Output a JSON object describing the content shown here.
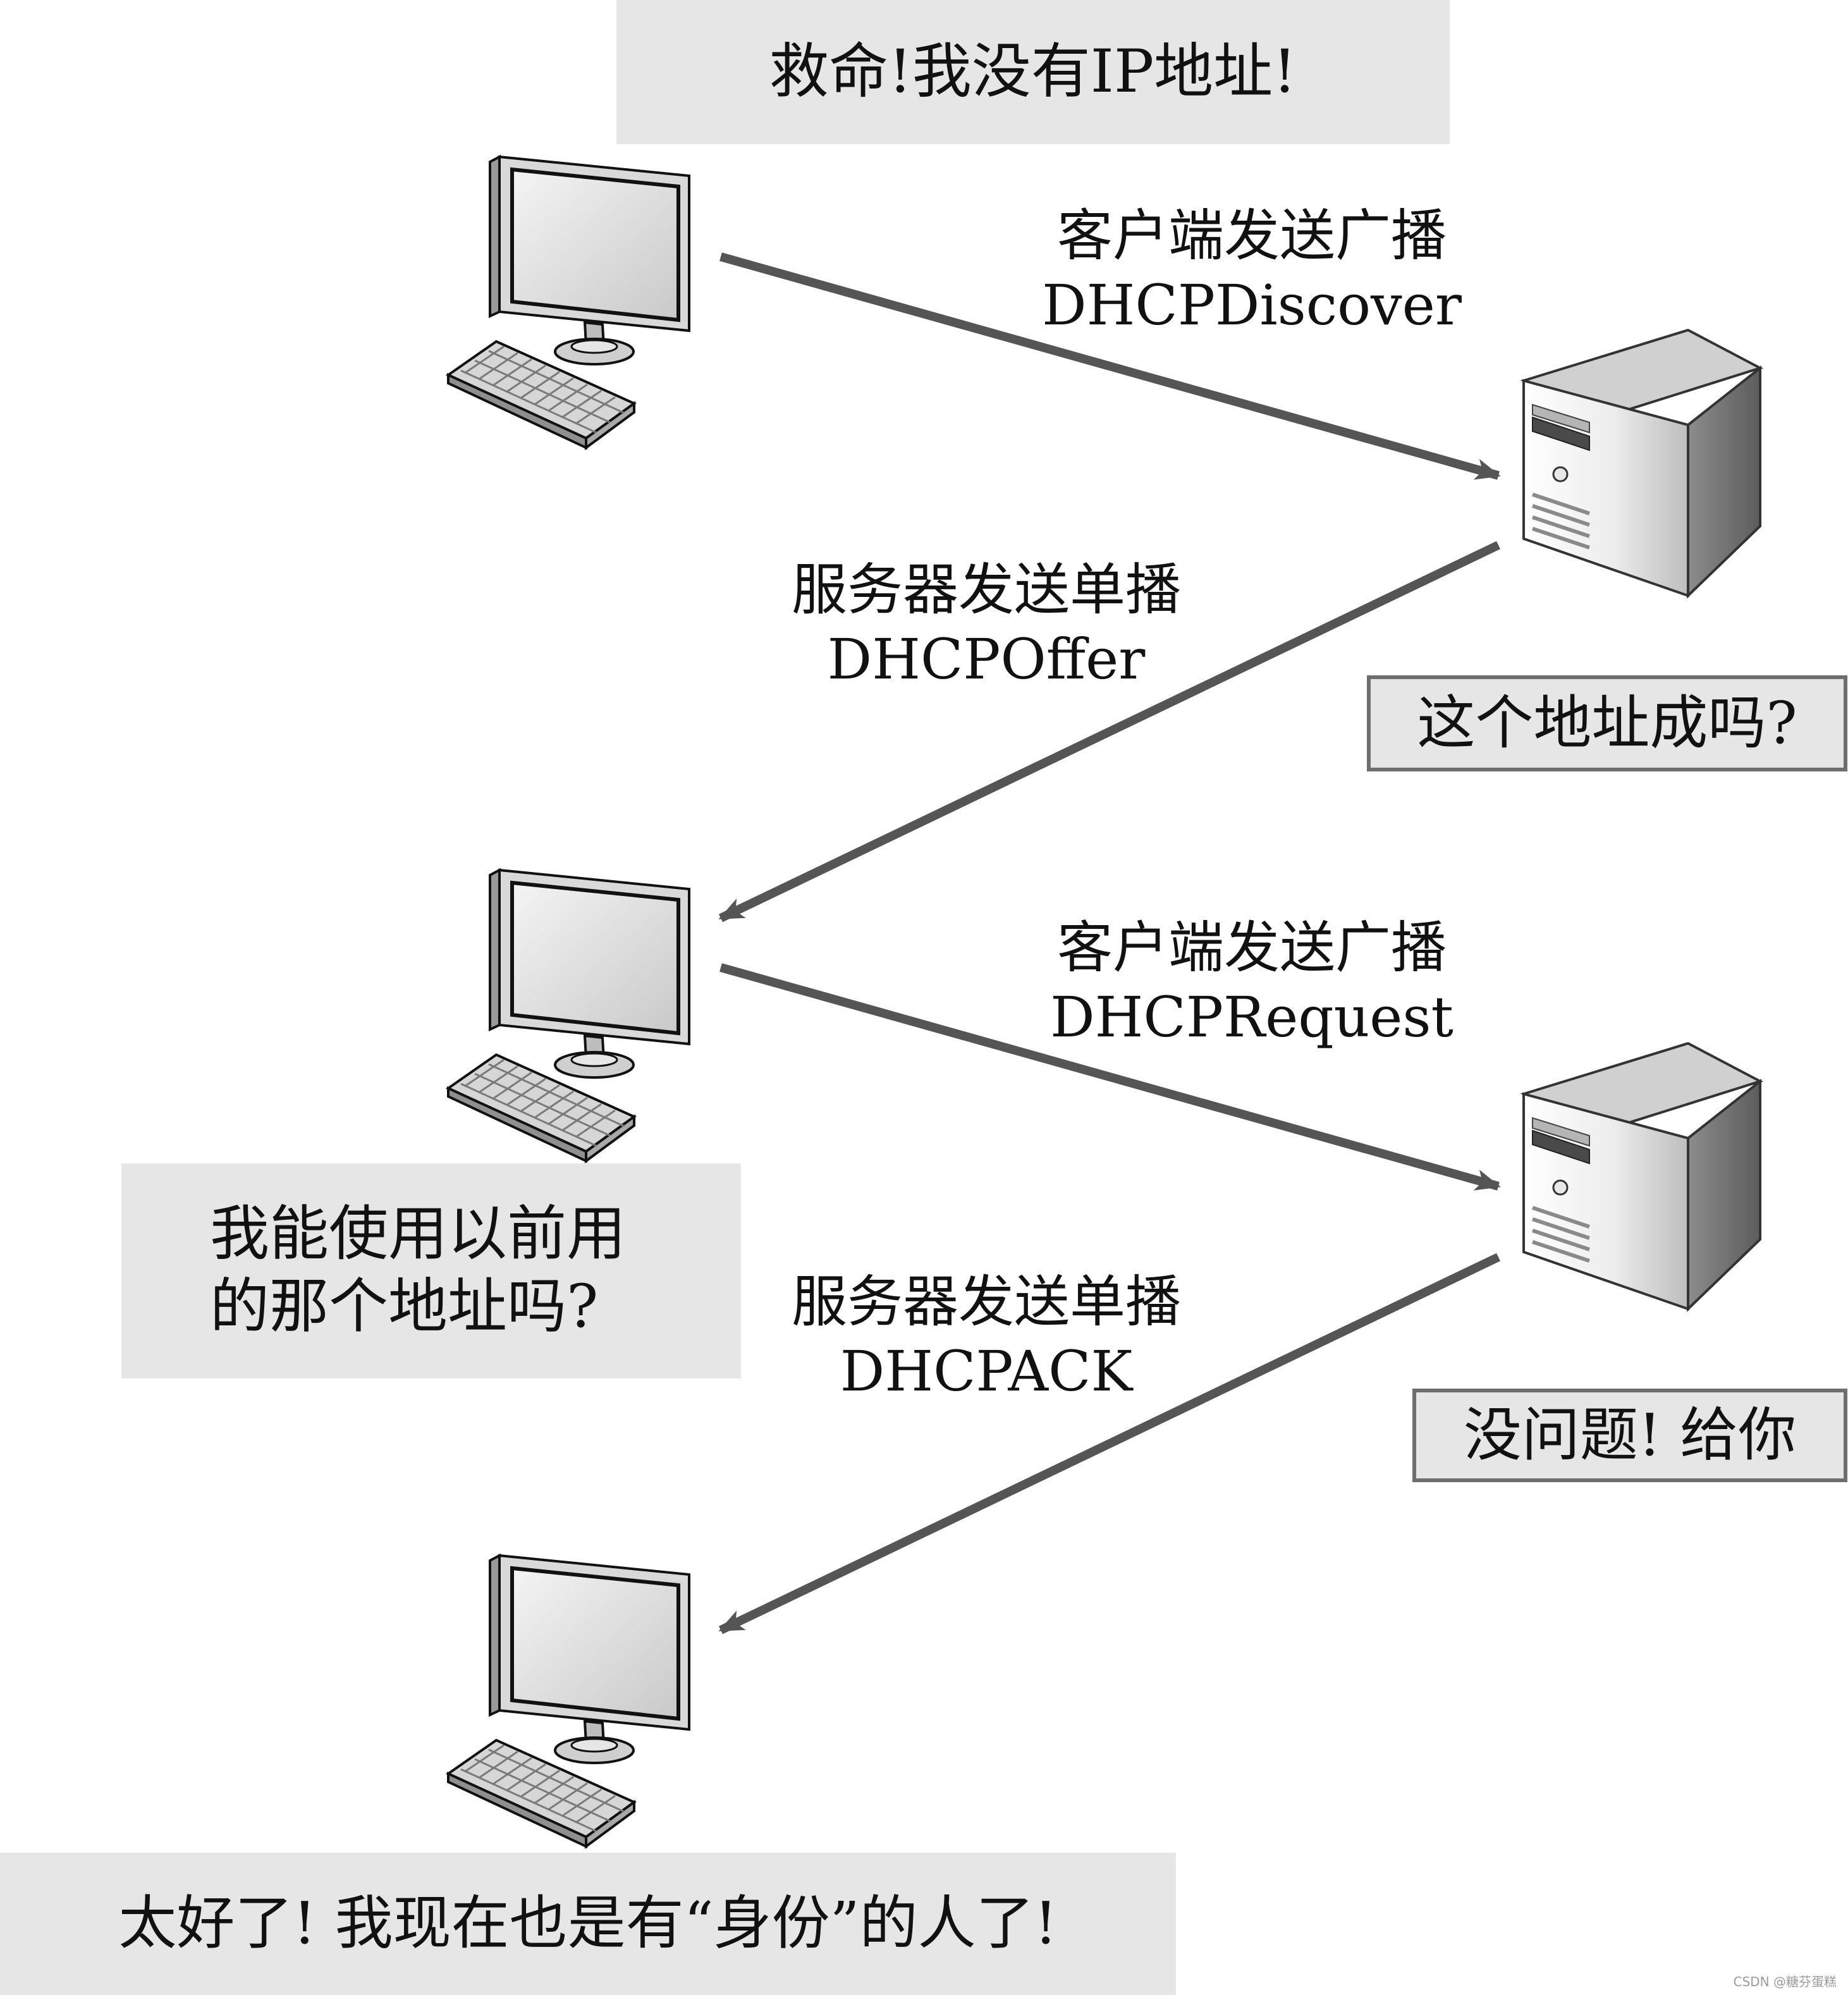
{
  "colors": {
    "arrow": "#555555",
    "box_fill": "#e6e6e6",
    "box_border": "#6e6e6e",
    "text": "#111111"
  },
  "icons": {
    "client": "desktop-computer-icon",
    "server": "tower-server-icon"
  },
  "speech": {
    "client_start": "救命!我没有IP地址!",
    "server_offer_question": "这个地址成吗?",
    "client_request_question": "我能使用以前用的那个地址吗?",
    "server_ack_reply": "没问题! 给你",
    "client_done": "太好了! 我现在也是有“身份”的人了!"
  },
  "messages": [
    {
      "description": "客户端发送广播",
      "name": "DHCPDiscover"
    },
    {
      "description": "服务器发送单播",
      "name": "DHCPOffer"
    },
    {
      "description": "客户端发送广播",
      "name": "DHCPRequest"
    },
    {
      "description": "服务器发送单播",
      "name": "DHCPACK"
    }
  ],
  "watermark": "CSDN @糖芬蛋糕"
}
